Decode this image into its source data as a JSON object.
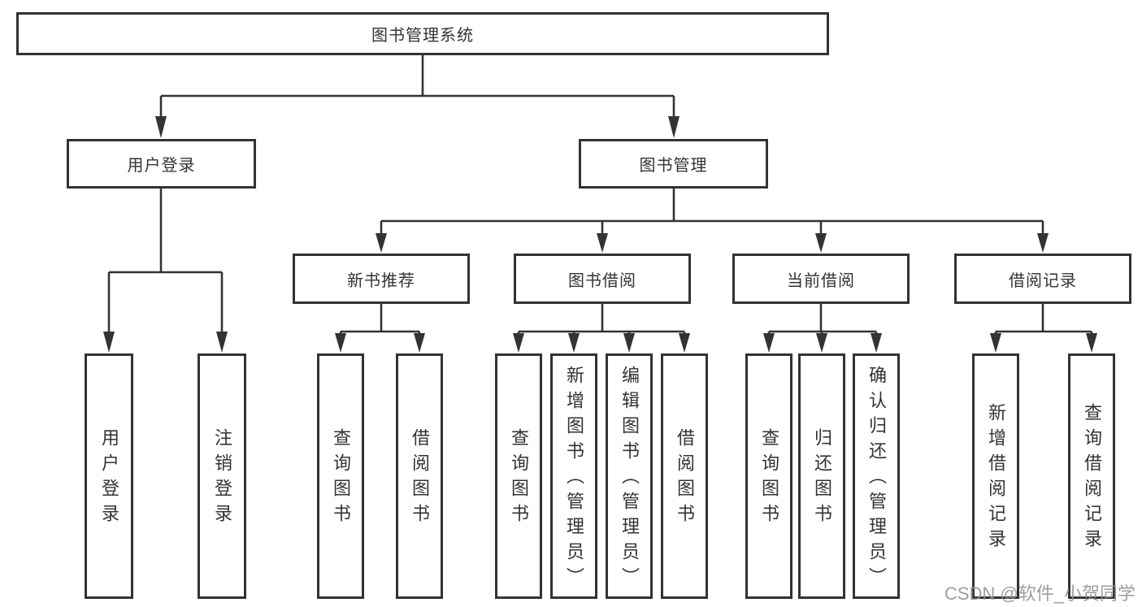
{
  "tree": {
    "label": "图书管理系统",
    "children": [
      {
        "label": "用户登录",
        "children": [
          {
            "label": "用户登录"
          },
          {
            "label": "注销登录"
          }
        ]
      },
      {
        "label": "图书管理",
        "children": [
          {
            "label": "新书推荐",
            "children": [
              {
                "label": "查询图书"
              },
              {
                "label": "借阅图书"
              }
            ]
          },
          {
            "label": "图书借阅",
            "children": [
              {
                "label": "查询图书"
              },
              {
                "label": "新增图书（管理员）"
              },
              {
                "label": "编辑图书（管理员）"
              },
              {
                "label": "借阅图书"
              }
            ]
          },
          {
            "label": "当前借阅",
            "children": [
              {
                "label": "查询图书"
              },
              {
                "label": "归还图书"
              },
              {
                "label": "确认归还（管理员）"
              }
            ]
          },
          {
            "label": "借阅记录",
            "children": [
              {
                "label": "新增借阅记录"
              },
              {
                "label": "查询借阅记录"
              }
            ]
          }
        ]
      }
    ]
  },
  "watermark": "CSDN @软件_小贺同学",
  "colors": {
    "line": "#333333",
    "text": "#333333",
    "background": "#ffffff",
    "watermark": "#949494"
  }
}
